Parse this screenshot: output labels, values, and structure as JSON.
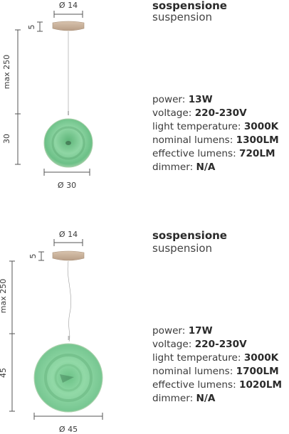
{
  "products": [
    {
      "title": "sospensione",
      "subtitle": "suspension",
      "dims": {
        "top_diameter": "Ø 14",
        "canopy_height": "5",
        "cable": "max 250",
        "height": "30",
        "diameter": "Ø 30"
      },
      "specs": [
        {
          "label": "power:",
          "value": "13W"
        },
        {
          "label": "voltage:",
          "value": "220-230V"
        },
        {
          "label": "light temperature:",
          "value": "3000K"
        },
        {
          "label": "nominal lumens:",
          "value": "1300LM"
        },
        {
          "label": "effective lumens:",
          "value": "720LM"
        },
        {
          "label": "dimmer:",
          "value": "N/A"
        }
      ]
    },
    {
      "title": "sospensione",
      "subtitle": "suspension",
      "dims": {
        "top_diameter": "Ø 14",
        "canopy_height": "5",
        "cable": "max 250",
        "height": "45",
        "diameter": "Ø 45"
      },
      "specs": [
        {
          "label": "power:",
          "value": "17W"
        },
        {
          "label": "voltage:",
          "value": "220-230V"
        },
        {
          "label": "light temperature:",
          "value": "3000K"
        },
        {
          "label": "nominal lumens:",
          "value": "1700LM"
        },
        {
          "label": "effective lumens:",
          "value": "1020LM"
        },
        {
          "label": "dimmer:",
          "value": "N/A"
        }
      ]
    }
  ],
  "colors": {
    "canopy": "#c9b19a",
    "glass": "#7fcf98",
    "line": "#555555"
  }
}
